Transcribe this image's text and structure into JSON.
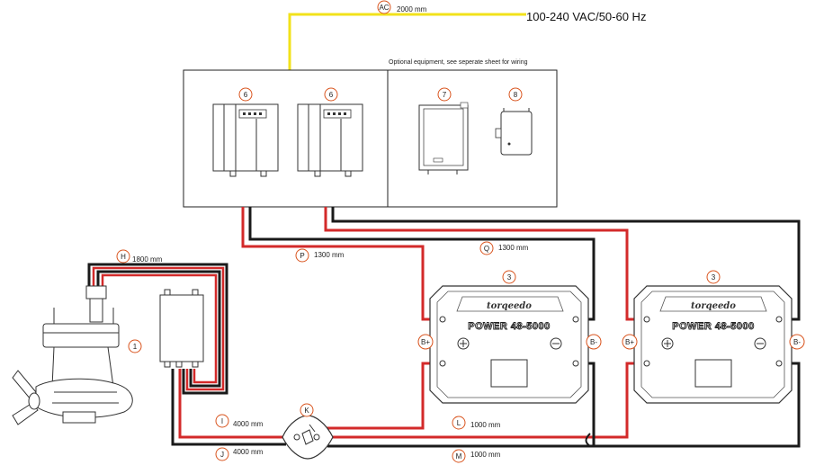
{
  "supply": {
    "label": "100-240 VAC/50-60 Hz",
    "cable": {
      "id": "AC",
      "length": "2000 mm"
    }
  },
  "optional_note": "Optional equipment, see seperate sheet for wiring",
  "chargers": [
    {
      "num": "6"
    },
    {
      "num": "6"
    }
  ],
  "optional_items": [
    {
      "num": "7"
    },
    {
      "num": "8"
    }
  ],
  "motor": {
    "num": "1"
  },
  "batteries": [
    {
      "num": "3",
      "brand": "torqeedo",
      "model": "POWER 48-5000",
      "plus": "B+",
      "minus": "B-"
    },
    {
      "num": "3",
      "brand": "torqeedo",
      "model": "POWER 48-5000",
      "plus": "B+",
      "minus": "B-"
    }
  ],
  "switch": {
    "id": "K"
  },
  "cables": {
    "H": {
      "id": "H",
      "length": "1800 mm"
    },
    "P": {
      "id": "P",
      "length": "1300 mm"
    },
    "Q": {
      "id": "Q",
      "length": "1300 mm"
    },
    "I": {
      "id": "I",
      "length": "4000 mm"
    },
    "J": {
      "id": "J",
      "length": "4000 mm"
    },
    "L": {
      "id": "L",
      "length": "1000 mm"
    },
    "M": {
      "id": "M",
      "length": "1000 mm"
    }
  },
  "colors": {
    "positive": "#d32a2a",
    "negative": "#1a1a1a",
    "mains": "#f2e21a",
    "callout": "#d9541e"
  }
}
